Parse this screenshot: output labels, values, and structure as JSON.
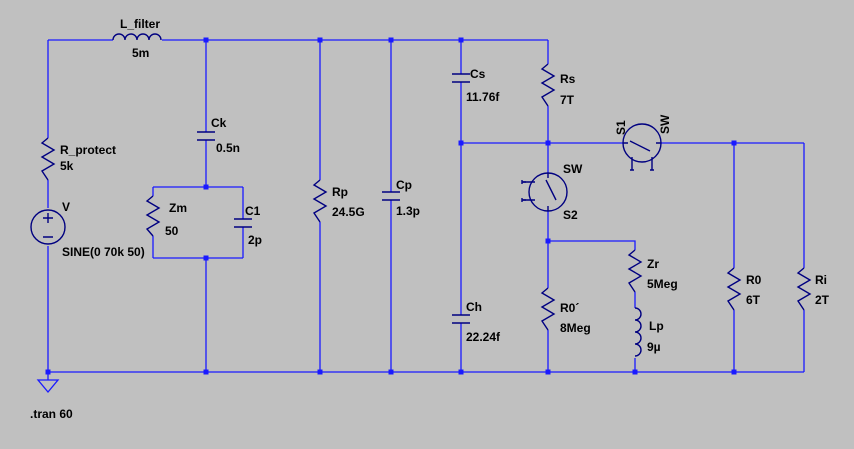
{
  "window": {
    "background": "#c0c0c0",
    "wire_color": "#1a1aff",
    "component_color": "#000080"
  },
  "components": {
    "L_filter": {
      "name": "L_filter",
      "value": "5m"
    },
    "R_protect": {
      "name": "R_protect",
      "value": "5k"
    },
    "V": {
      "name": "V",
      "value": "SINE(0 70k 50)"
    },
    "Ck": {
      "name": "Ck",
      "value": "0.5n"
    },
    "Zm": {
      "name": "Zm",
      "value": "50"
    },
    "C1": {
      "name": "C1",
      "value": "2p"
    },
    "Rp": {
      "name": "Rp",
      "value": "24.5G"
    },
    "Cp": {
      "name": "Cp",
      "value": "1.3p"
    },
    "Cs": {
      "name": "Cs",
      "value": "11.76f"
    },
    "Rs": {
      "name": "Rs",
      "value": "7T"
    },
    "Ch": {
      "name": "Ch",
      "value": "22.24f"
    },
    "S2": {
      "name": "S2",
      "model": "SW"
    },
    "S1": {
      "name": "S1",
      "model": "SW"
    },
    "R0prime": {
      "name": "R0´",
      "value": "8Meg"
    },
    "Zr": {
      "name": "Zr",
      "value": "5Meg"
    },
    "Lp": {
      "name": "Lp",
      "value": "9µ"
    },
    "R0": {
      "name": "R0",
      "value": "6T"
    },
    "Ri": {
      "name": "Ri",
      "value": "2T"
    }
  },
  "directives": {
    "tran": ".tran 60"
  }
}
